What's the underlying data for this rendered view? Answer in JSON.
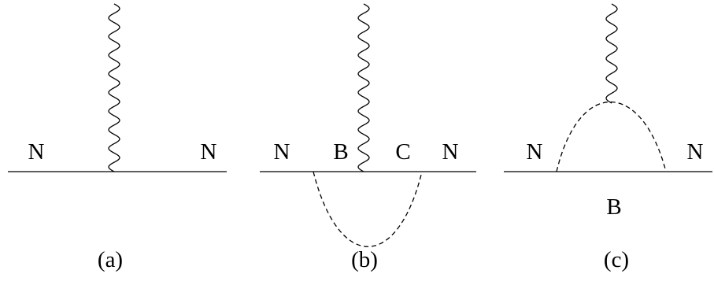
{
  "diagrams": [
    {
      "caption": "(a)",
      "labels": {
        "left": "N",
        "right": "N"
      }
    },
    {
      "caption": "(b)",
      "labels": {
        "left": "N",
        "inner_left": "B",
        "inner_right": "C",
        "right": "N"
      }
    },
    {
      "caption": "(c)",
      "labels": {
        "left": "N",
        "right": "N",
        "below": "B"
      }
    }
  ],
  "colors": {
    "stroke": "#000000",
    "background": "#ffffff"
  }
}
